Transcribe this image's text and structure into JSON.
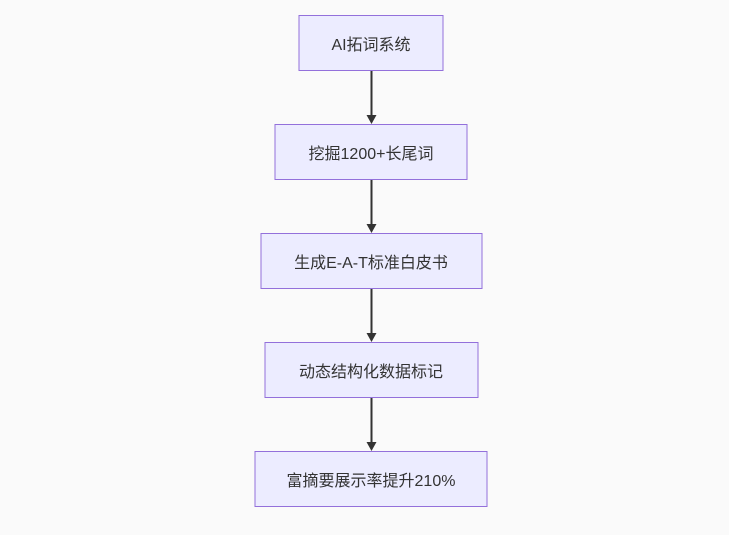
{
  "diagram": {
    "type": "flowchart",
    "direction": "top-down",
    "nodes": [
      {
        "id": "n1",
        "label": "AI拓词系统"
      },
      {
        "id": "n2",
        "label": "挖掘1200+长尾词"
      },
      {
        "id": "n3",
        "label": "生成E-A-T标准白皮书"
      },
      {
        "id": "n4",
        "label": "动态结构化数据标记"
      },
      {
        "id": "n5",
        "label": "富摘要展示率提升210%"
      }
    ],
    "edges": [
      {
        "from": "n1",
        "to": "n2",
        "style": "arrow-down"
      },
      {
        "from": "n2",
        "to": "n3",
        "style": "arrow-down"
      },
      {
        "from": "n3",
        "to": "n4",
        "style": "arrow-down"
      },
      {
        "from": "n4",
        "to": "n5",
        "style": "arrow-down"
      }
    ],
    "colors": {
      "node_fill": "#ECECFF",
      "node_border": "#9370DB",
      "arrow": "#333333",
      "text": "#333333",
      "background": "#fafafa"
    }
  }
}
